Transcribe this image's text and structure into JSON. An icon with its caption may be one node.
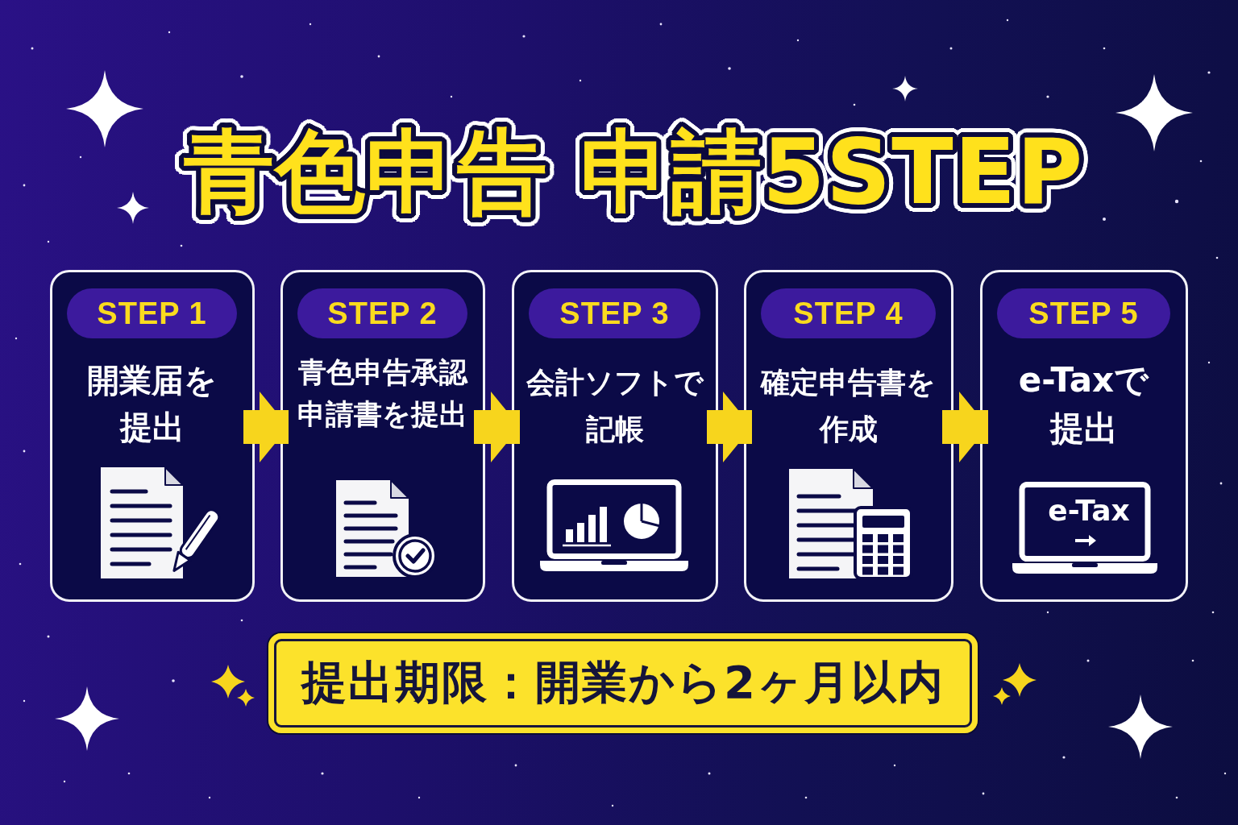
{
  "diagram": {
    "title": "青色申告 申請5STEP",
    "nodes": [
      {
        "text": [
          "STEP 1",
          "開業届を提出"
        ]
      },
      {
        "text": [
          "STEP 2",
          "青色申告承認申請書を提出"
        ]
      },
      {
        "text": [
          "STEP 3",
          "会計ソフトで記帳"
        ]
      },
      {
        "text": [
          "STEP 4",
          "確定申告書を作成"
        ]
      },
      {
        "text": [
          "STEP 5",
          "e-Taxで提出"
        ]
      },
      {
        "text": [
          "提出期限：開業から2ヶ月以内"
        ]
      }
    ],
    "edges": [
      {
        "from": 0,
        "to": 1,
        "arrow": "to"
      },
      {
        "from": 1,
        "to": 2,
        "arrow": "to"
      },
      {
        "from": 2,
        "to": 3,
        "arrow": "to"
      },
      {
        "from": 3,
        "to": 4,
        "arrow": "to"
      }
    ],
    "labels": [
      "e-Tax"
    ]
  }
}
